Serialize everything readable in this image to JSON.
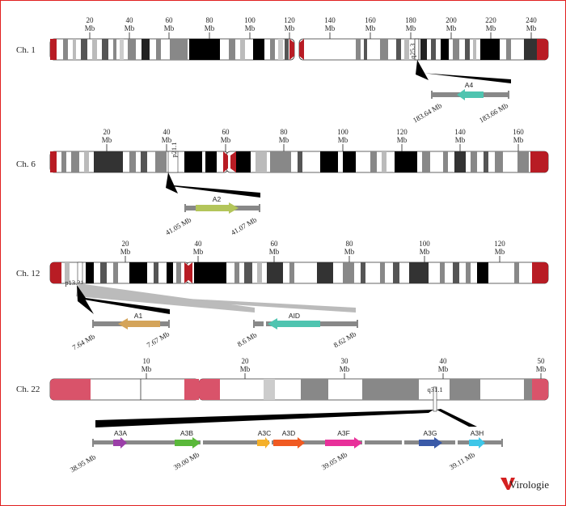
{
  "chromosomes": [
    {
      "label": "Ch. 1",
      "ticks": [
        {
          "v": "20",
          "u": "Mb"
        },
        {
          "v": "40",
          "u": "Mb"
        },
        {
          "v": "60",
          "u": "Mb"
        },
        {
          "v": "80",
          "u": "Mb"
        },
        {
          "v": "100",
          "u": "Mb"
        },
        {
          "v": "120",
          "u": "Mb"
        },
        {
          "v": "140",
          "u": "Mb"
        },
        {
          "v": "160",
          "u": "Mb"
        },
        {
          "v": "180",
          "u": "Mb"
        },
        {
          "v": "200",
          "u": "Mb"
        },
        {
          "v": "220",
          "u": "Mb"
        },
        {
          "v": "240",
          "u": "Mb"
        }
      ],
      "band": "q25.3",
      "genes": [
        {
          "name": "A4",
          "start": "183.64 Mb",
          "end": "183.66 Mb",
          "color": "#4fc4b0"
        }
      ]
    },
    {
      "label": "Ch. 6",
      "ticks": [
        {
          "v": "20",
          "u": "Mb"
        },
        {
          "v": "40",
          "u": "Mb"
        },
        {
          "v": "60",
          "u": "Mb"
        },
        {
          "v": "80",
          "u": "Mb"
        },
        {
          "v": "100",
          "u": "Mb"
        },
        {
          "v": "120",
          "u": "Mb"
        },
        {
          "v": "140",
          "u": "Mb"
        },
        {
          "v": "160",
          "u": "Mb"
        }
      ],
      "band": "p21.1",
      "genes": [
        {
          "name": "A2",
          "start": "41.05 Mb",
          "end": "41.07 Mb",
          "color": "#b3c55a"
        }
      ]
    },
    {
      "label": "Ch. 12",
      "ticks": [
        {
          "v": "20",
          "u": "Mb"
        },
        {
          "v": "40",
          "u": "Mb"
        },
        {
          "v": "60",
          "u": "Mb"
        },
        {
          "v": "80",
          "u": "Mb"
        },
        {
          "v": "100",
          "u": "Mb"
        },
        {
          "v": "120",
          "u": "Mb"
        }
      ],
      "band": "p13.31",
      "genes": [
        {
          "name": "A1",
          "start": "7.64 Mb",
          "end": "7.67 Mb",
          "color": "#d4a45a"
        },
        {
          "name": "AID",
          "start": "8.6 Mb",
          "end": "8.62 Mb",
          "color": "#4fc4b0"
        }
      ]
    },
    {
      "label": "Ch. 22",
      "ticks": [
        {
          "v": "10",
          "u": "Mb"
        },
        {
          "v": "20",
          "u": "Mb"
        },
        {
          "v": "30",
          "u": "Mb"
        },
        {
          "v": "40",
          "u": "Mb"
        },
        {
          "v": "50",
          "u": "Mb"
        }
      ],
      "band": "q31.1",
      "genes": [
        {
          "name": "A3A",
          "color": "#9b3fa8"
        },
        {
          "name": "A3B",
          "color": "#5ab83a"
        },
        {
          "name": "A3C",
          "color": "#f5b02a"
        },
        {
          "name": "A3D",
          "color": "#f05a22"
        },
        {
          "name": "A3F",
          "color": "#e8309a"
        },
        {
          "name": "A3G",
          "color": "#3a5aa8"
        },
        {
          "name": "A3H",
          "color": "#3ec6e8"
        }
      ],
      "positions": [
        "38.95 Mb",
        "39.00 Mb",
        "39.05 Mb",
        "39.11 Mb"
      ]
    }
  ],
  "logo": "Virologie",
  "colors": {
    "centromere": "#b81c24",
    "frame": "#e02020",
    "ch22_telomere": "#d9536a"
  }
}
